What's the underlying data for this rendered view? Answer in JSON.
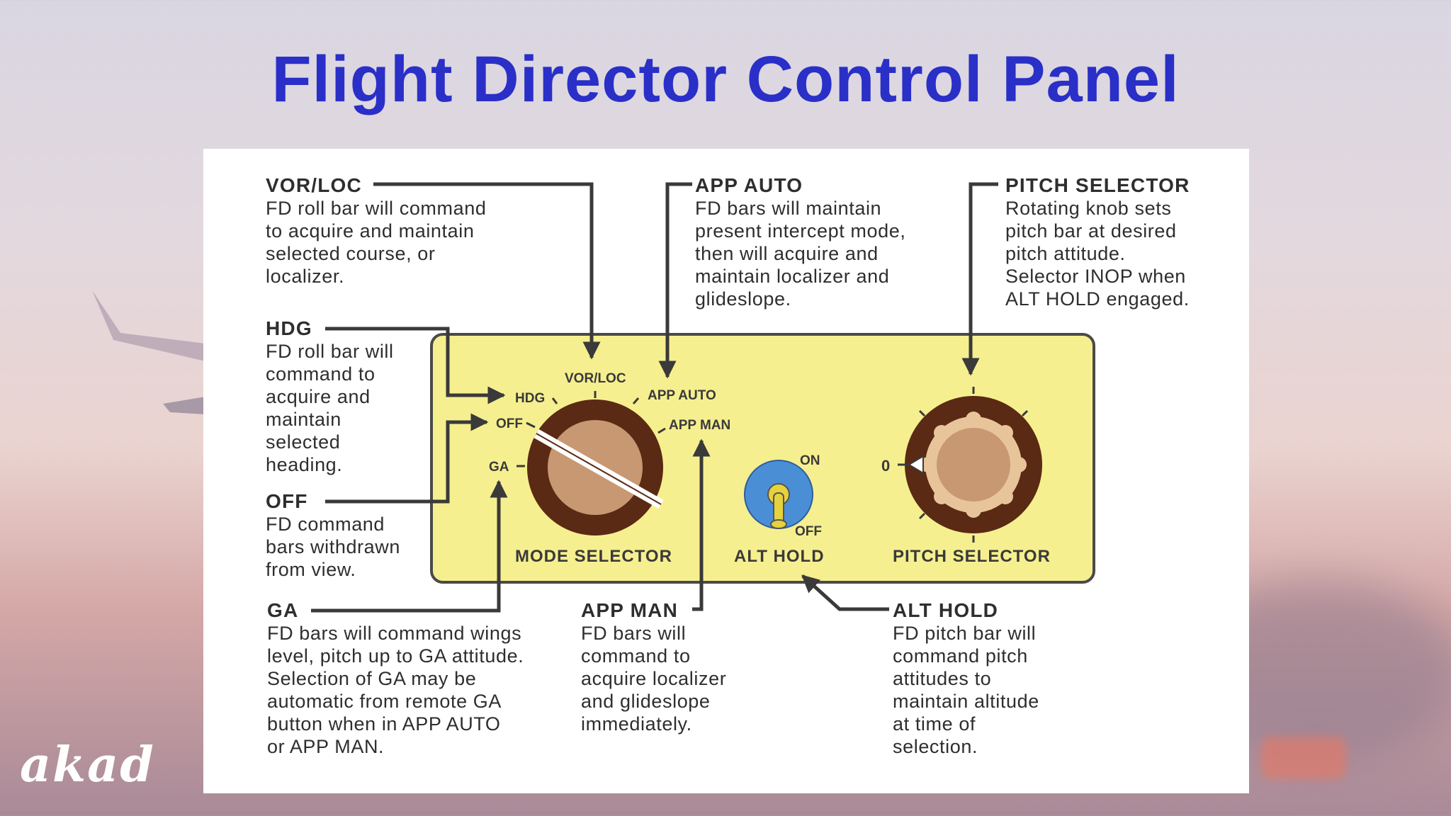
{
  "title": "Flight Director Control Panel",
  "watermark": "akad",
  "panel": {
    "color": "#f6ef8f",
    "mode_selector": {
      "label": "MODE SELECTOR",
      "positions": [
        "VOR/LOC",
        "HDG",
        "APP AUTO",
        "OFF",
        "APP MAN",
        "GA"
      ]
    },
    "alt_hold_switch": {
      "label": "ALT HOLD",
      "on": "ON",
      "off": "OFF",
      "color": "#4a8fd6"
    },
    "pitch_selector": {
      "label": "PITCH SELECTOR",
      "zero_mark": "0"
    }
  },
  "callouts": {
    "vor_loc": {
      "heading": "VOR/LOC",
      "body": "FD roll bar will command\nto acquire and maintain\nselected course, or\nlocalizer."
    },
    "app_auto": {
      "heading": "APP AUTO",
      "body": "FD bars will maintain\npresent intercept mode,\nthen will acquire and\nmaintain localizer and\nglideslope."
    },
    "pitch_selector": {
      "heading": "PITCH SELECTOR",
      "body": "Rotating knob sets\npitch bar at desired\npitch attitude.\nSelector INOP when\nALT HOLD engaged."
    },
    "hdg": {
      "heading": "HDG",
      "body": "FD roll bar will\ncommand to\nacquire and\nmaintain\nselected\nheading."
    },
    "off": {
      "heading": "OFF",
      "body": "FD command\nbars withdrawn\nfrom view."
    },
    "ga": {
      "heading": "GA",
      "body": "FD bars will command wings\nlevel, pitch up to GA attitude.\nSelection of GA may be\nautomatic from remote GA\nbutton when in APP AUTO\nor APP MAN."
    },
    "app_man": {
      "heading": "APP MAN",
      "body": "FD bars will\ncommand to\nacquire localizer\nand glideslope\nimmediately."
    },
    "alt_hold": {
      "heading": "ALT HOLD",
      "body": "FD pitch bar will\ncommand pitch\nattitudes to\nmaintain altitude\nat time of\nselection."
    }
  }
}
